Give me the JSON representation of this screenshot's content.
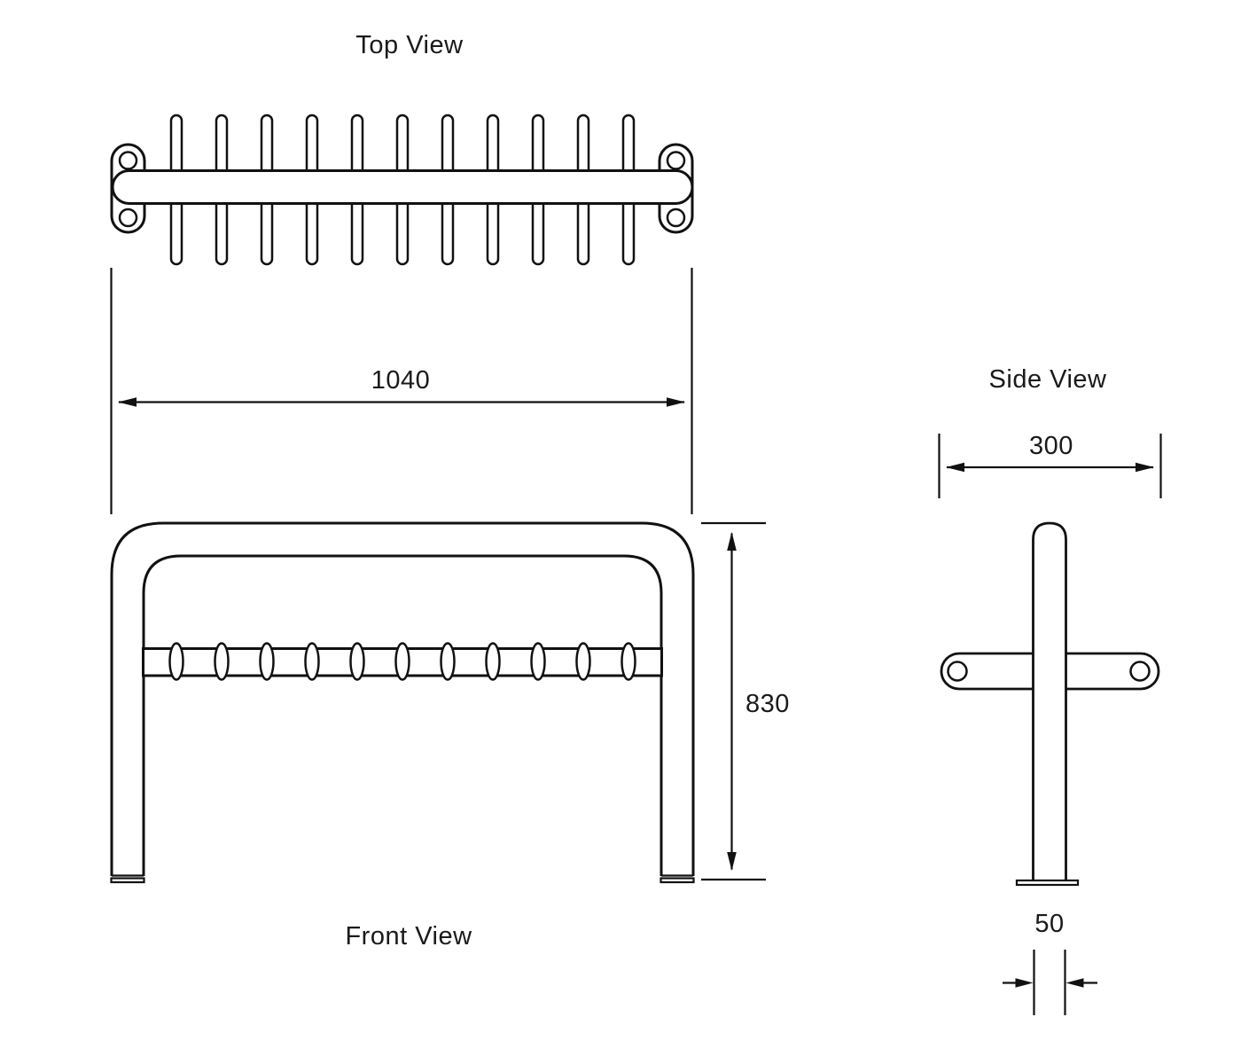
{
  "page": {
    "background": "#ffffff"
  },
  "views": {
    "top": {
      "title": "Top View",
      "prong_count": 11
    },
    "front": {
      "title": "Front View",
      "prong_count": 11
    },
    "side": {
      "title": "Side View"
    }
  },
  "dimensions": {
    "overall_width": {
      "value": "1040"
    },
    "overall_height": {
      "value": "830"
    },
    "depth": {
      "value": "300"
    },
    "post_width": {
      "value": "50"
    }
  },
  "style": {
    "line_color": "#111111",
    "text_color": "#1a1a1a",
    "fill_color": "#ffffff"
  }
}
